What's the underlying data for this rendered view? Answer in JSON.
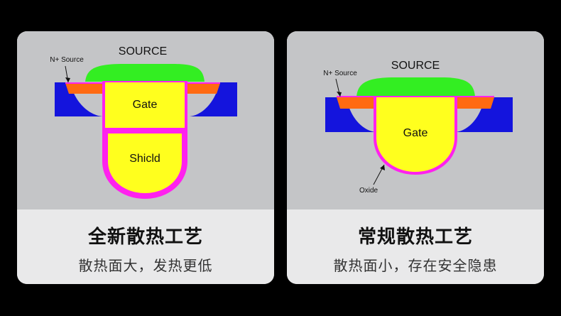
{
  "colors": {
    "background": "#000000",
    "panel": "#c4c5c7",
    "caption_bg": "#e9e9ea",
    "source_green": "#33ee22",
    "n_plus_orange": "#ff6a12",
    "body_blue": "#1414dd",
    "gate_yellow": "#ffff1e",
    "oxide_magenta": "#ff22ee"
  },
  "left_card": {
    "source_label": "SOURCE",
    "nplus_label": "N+ Source",
    "gate_label": "Gate",
    "shield_label": "Shicld",
    "title": "全新散热工艺",
    "subtitle": "散热面大，发热更低"
  },
  "right_card": {
    "source_label": "SOURCE",
    "nplus_label": "N+ Source",
    "gate_label": "Gate",
    "oxide_label": "Oxide",
    "title": "常规散热工艺",
    "subtitle": "散热面小，存在安全隐患"
  }
}
